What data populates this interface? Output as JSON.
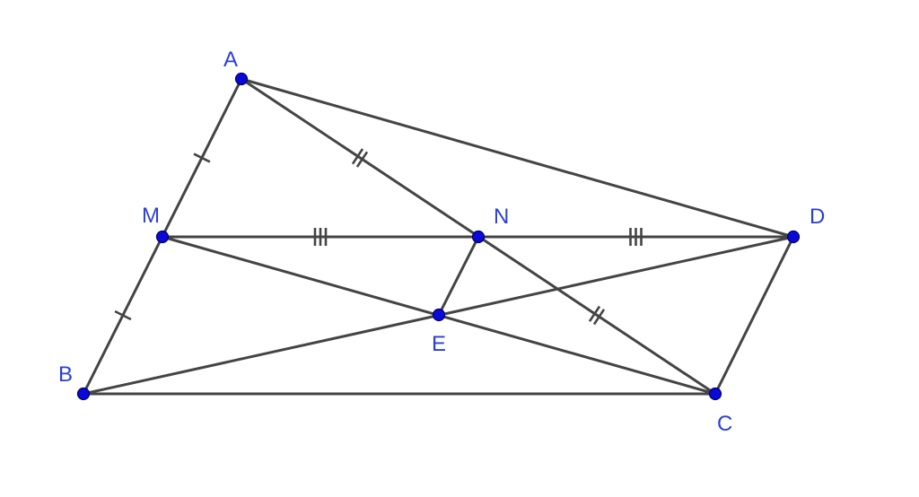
{
  "figure": {
    "line_color": "#444444",
    "point_color": "#0a0ad8",
    "label_color": "#2a3fd8",
    "points": [
      {
        "id": "A",
        "label": "A"
      },
      {
        "id": "M",
        "label": "M"
      },
      {
        "id": "N",
        "label": "N"
      },
      {
        "id": "D",
        "label": "D"
      },
      {
        "id": "E",
        "label": "E"
      },
      {
        "id": "B",
        "label": "B"
      },
      {
        "id": "C",
        "label": "C"
      }
    ],
    "segments": [
      [
        "A",
        "B"
      ],
      [
        "A",
        "D"
      ],
      [
        "A",
        "C"
      ],
      [
        "M",
        "D"
      ],
      [
        "B",
        "C"
      ],
      [
        "C",
        "D"
      ],
      [
        "M",
        "C"
      ],
      [
        "B",
        "D"
      ],
      [
        "N",
        "E"
      ]
    ],
    "equal_marks": [
      {
        "segment": [
          "A",
          "M"
        ],
        "ticks": 1
      },
      {
        "segment": [
          "M",
          "B"
        ],
        "ticks": 1
      },
      {
        "segment": [
          "A",
          "N"
        ],
        "ticks": 2
      },
      {
        "segment": [
          "N",
          "C"
        ],
        "ticks": 2
      },
      {
        "segment": [
          "M",
          "N"
        ],
        "ticks": 3
      },
      {
        "segment": [
          "N",
          "D"
        ],
        "ticks": 3
      }
    ]
  }
}
